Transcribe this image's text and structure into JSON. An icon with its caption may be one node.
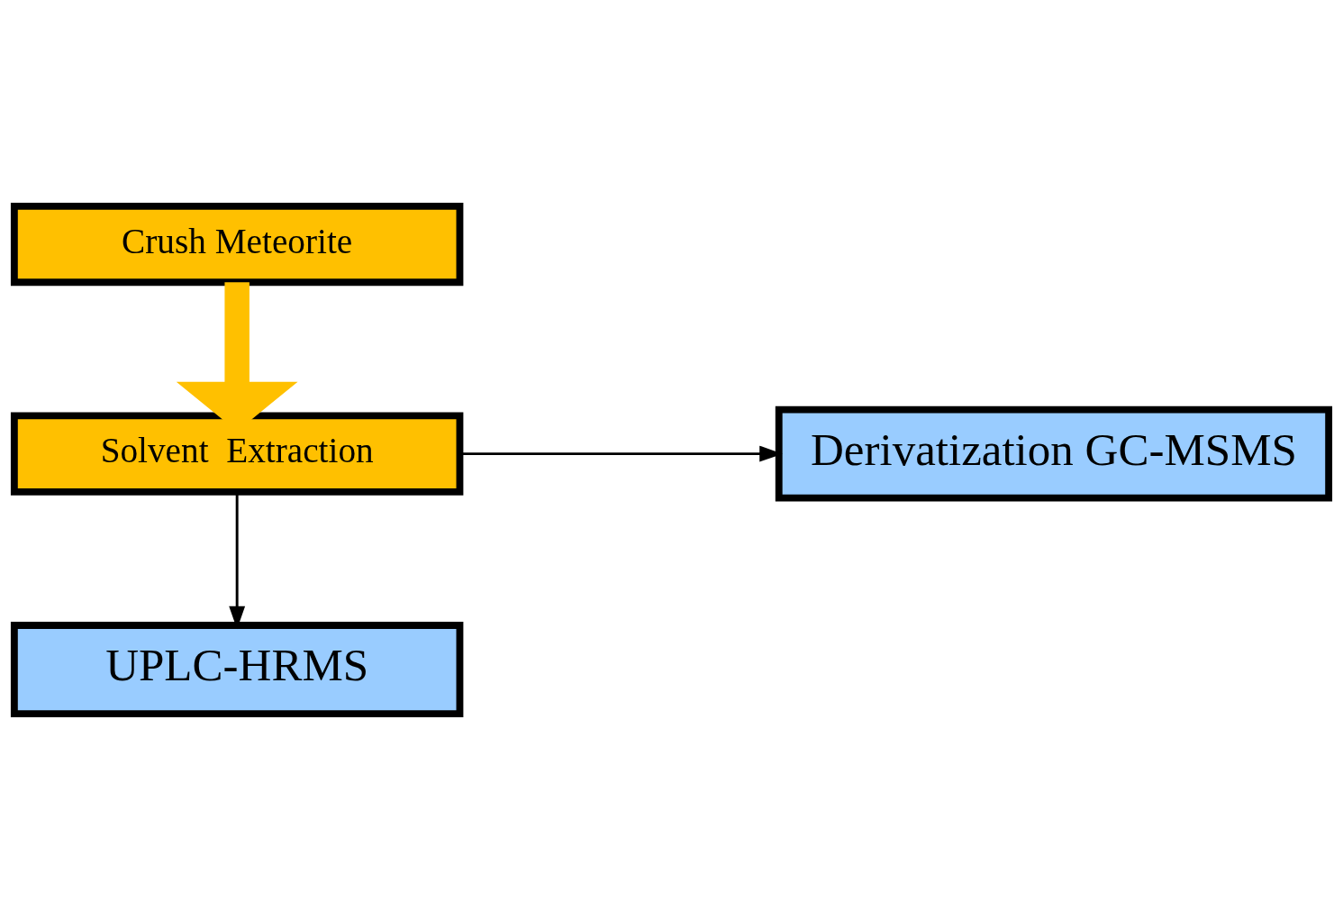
{
  "diagram": {
    "nodes": [
      {
        "text": [
          "Crush Meteorite"
        ]
      },
      {
        "text": [
          "Solvent  Extraction"
        ]
      },
      {
        "text": [
          "Derivatization GC-MSMS"
        ]
      },
      {
        "text": [
          "UPLC-HRMS"
        ]
      }
    ],
    "edges": [
      {
        "from": 0,
        "to": 1,
        "arrow": "to",
        "style": "thick",
        "color": "#ffc000"
      },
      {
        "from": 1,
        "to": 2,
        "arrow": "to"
      },
      {
        "from": 1,
        "to": 3,
        "arrow": "to"
      }
    ]
  }
}
